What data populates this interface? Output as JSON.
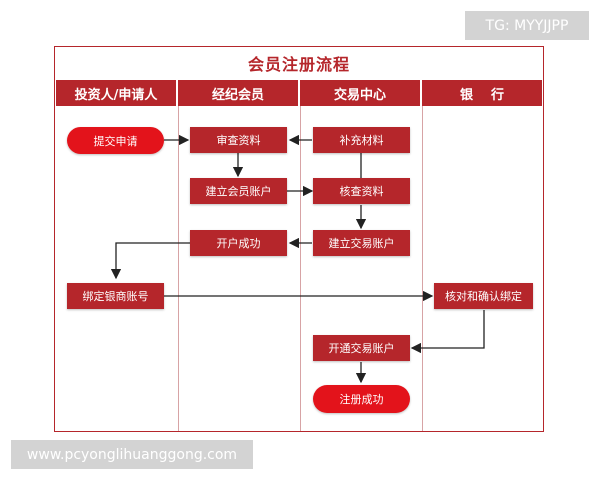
{
  "diagram": {
    "title": "会员注册流程",
    "columns": [
      "投资人/申请人",
      "经纪会员",
      "交易中心",
      "银    行"
    ],
    "nodes": {
      "submit": "提交申请",
      "review": "审查资料",
      "create_member": "建立会员账户",
      "open_success": "开户成功",
      "bind_bank": "绑定银商账号",
      "supplement": "补充材料",
      "verify": "核查资料",
      "create_trade": "建立交易账户",
      "open_trade": "开通交易账户",
      "register_success": "注册成功",
      "bank_confirm": "核对和确认绑定"
    }
  },
  "watermarks": {
    "top_right": "TG: MYYJJPP",
    "bottom_left": "www.pcyonglihuanggong.com"
  },
  "colors": {
    "primary": "#b5262b",
    "pill": "#e3131b",
    "line": "#222222"
  }
}
